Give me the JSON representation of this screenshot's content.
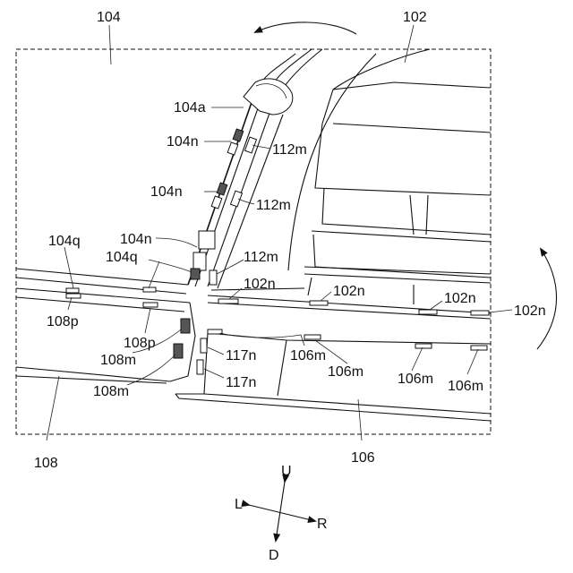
{
  "labels": {
    "l104": "104",
    "l102": "102",
    "l104a": "104a",
    "l104n_1": "104n",
    "l104n_2": "104n",
    "l104n_3": "104n",
    "l112m_1": "112m",
    "l112m_2": "112m",
    "l112m_3": "112m",
    "l104q_1": "104q",
    "l104q_2": "104q",
    "l102n_1": "102n",
    "l102n_2": "102n",
    "l102n_3": "102n",
    "l102n_4": "102n",
    "l108p_1": "108p",
    "l108p_2": "108p",
    "l108m_1": "108m",
    "l108m_2": "108m",
    "l117n_1": "117n",
    "l117n_2": "117n",
    "l106m_1": "106m",
    "l106m_2": "106m",
    "l106m_3": "106m",
    "l106m_4": "106m",
    "l108": "108",
    "l106": "106"
  },
  "directions": {
    "up": "U",
    "down": "D",
    "left": "L",
    "right": "R"
  }
}
